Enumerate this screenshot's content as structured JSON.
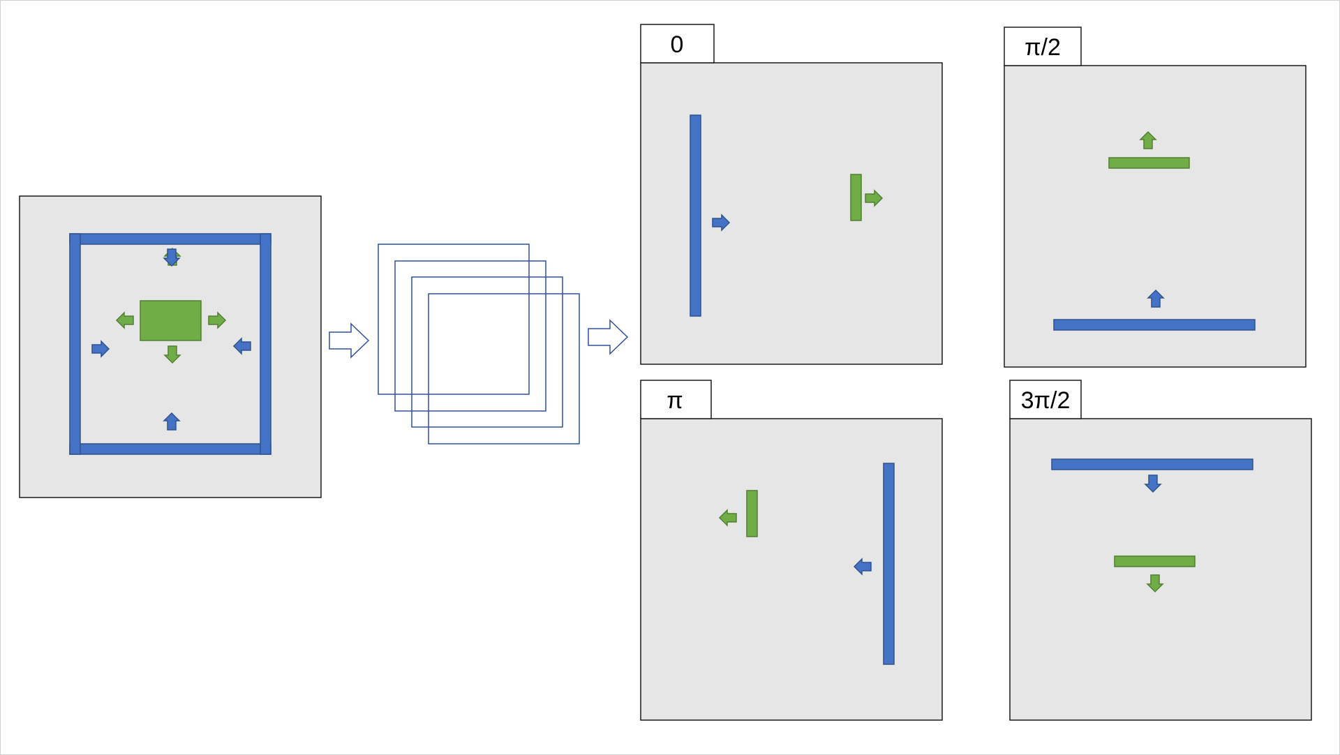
{
  "colors": {
    "panel_fill": "#e6e6e6",
    "panel_stroke": "#1a1a1a",
    "blue": "#4472c4",
    "blue_stroke": "#2f528f",
    "green": "#70ad47",
    "green_stroke": "#507e32",
    "outline_blue": "#2f4fa0"
  },
  "panels": {
    "p0": {
      "label": "0"
    },
    "p_half_pi": {
      "label": "π/2"
    },
    "p_pi": {
      "label": "π"
    },
    "p_three_half_pi": {
      "label": "3π/2"
    }
  }
}
